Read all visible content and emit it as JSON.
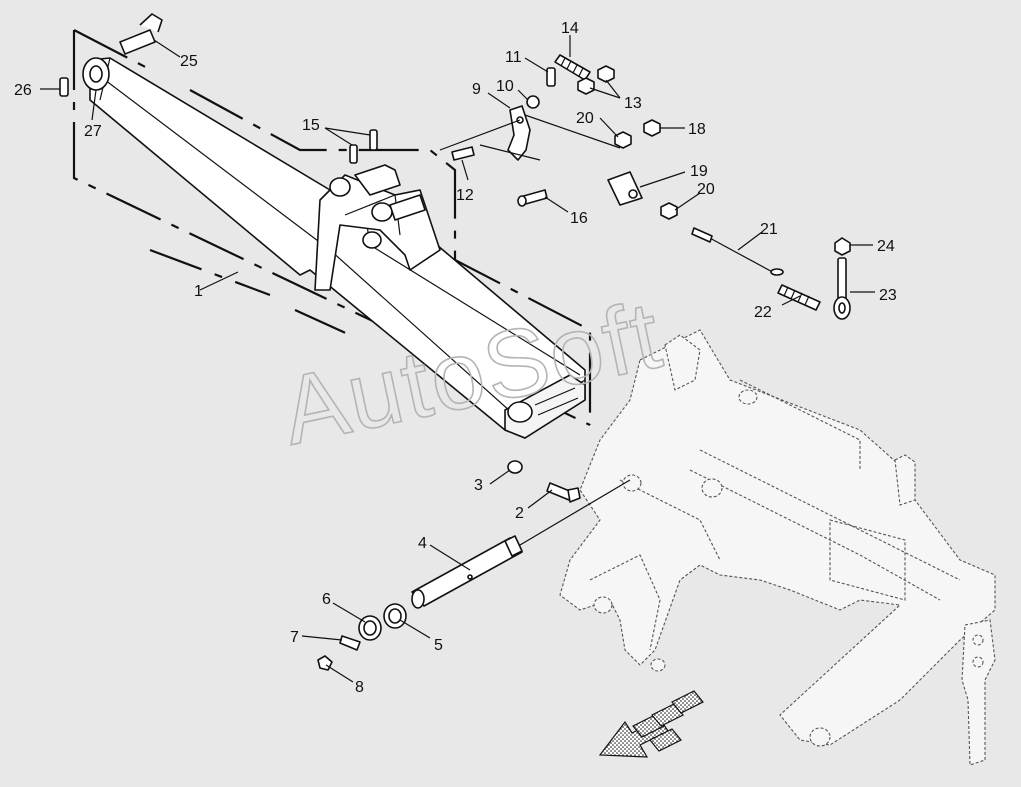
{
  "watermark": "AutoSoft",
  "labels": [
    {
      "id": "1",
      "text": "1"
    },
    {
      "id": "2",
      "text": "2"
    },
    {
      "id": "3",
      "text": "3"
    },
    {
      "id": "4",
      "text": "4"
    },
    {
      "id": "5",
      "text": "5"
    },
    {
      "id": "6",
      "text": "6"
    },
    {
      "id": "7",
      "text": "7"
    },
    {
      "id": "8",
      "text": "8"
    },
    {
      "id": "9",
      "text": "9"
    },
    {
      "id": "10",
      "text": "10"
    },
    {
      "id": "11",
      "text": "11"
    },
    {
      "id": "12",
      "text": "12"
    },
    {
      "id": "13",
      "text": "13"
    },
    {
      "id": "14",
      "text": "14"
    },
    {
      "id": "15",
      "text": "15"
    },
    {
      "id": "16",
      "text": "16"
    },
    {
      "id": "18",
      "text": "18"
    },
    {
      "id": "19",
      "text": "19"
    },
    {
      "id": "20a",
      "text": "20"
    },
    {
      "id": "20b",
      "text": "20"
    },
    {
      "id": "21",
      "text": "21"
    },
    {
      "id": "22",
      "text": "22"
    },
    {
      "id": "23",
      "text": "23"
    },
    {
      "id": "24",
      "text": "24"
    },
    {
      "id": "25",
      "text": "25"
    },
    {
      "id": "26",
      "text": "26"
    },
    {
      "id": "27",
      "text": "27"
    }
  ]
}
